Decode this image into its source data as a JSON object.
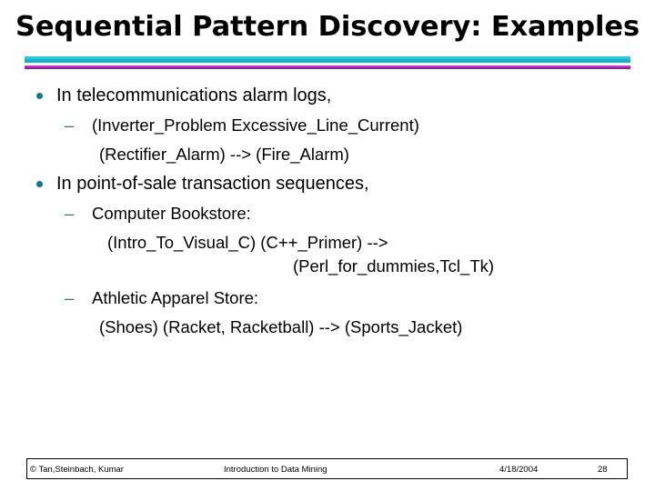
{
  "slide": {
    "title": "Sequential Pattern Discovery: Examples",
    "page_number": "28"
  },
  "colors": {
    "rule_cyan_light": "#2ec8dd",
    "rule_cyan_dark": "#18aec9",
    "rule_magenta_top": "#c13fc1",
    "rule_magenta_bottom": "#8f1f9b",
    "bullet_dot": "#117a8e",
    "bullet_dash": "#3f6f7c",
    "text": "#000000",
    "background": "#ffffff"
  },
  "content": {
    "bullet1": {
      "text": "In telecommunications alarm logs,",
      "sub1": "(Inverter_Problem  Excessive_Line_Current)",
      "sub2": "(Rectifier_Alarm) --> (Fire_Alarm)"
    },
    "bullet2": {
      "text": "In point-of-sale transaction sequences,",
      "sub1": "Computer Bookstore:",
      "sub1_line1": "(Intro_To_Visual_C)  (C++_Primer) -->",
      "sub1_line2": "(Perl_for_dummies,Tcl_Tk)",
      "sub2": "Athletic Apparel Store:",
      "sub2_line1": "(Shoes) (Racket, Racketball) --> (Sports_Jacket)"
    },
    "dash_marker": "–"
  },
  "footer": {
    "copyright": "© Tan,Steinbach, Kumar",
    "center": "Introduction to Data Mining",
    "date": "4/18/2004",
    "page": "28"
  }
}
